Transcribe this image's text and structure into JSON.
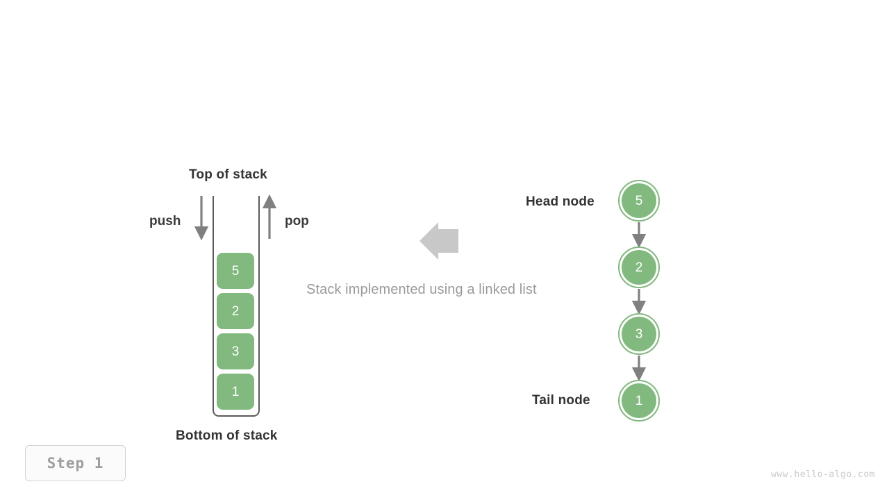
{
  "diagram": {
    "caption": "Stack implemented using a linked list",
    "watermark": "www.hello-algo.com",
    "step_badge": "Step  1",
    "colors": {
      "node_green": "#82b97f",
      "outline_gray": "#5d5a58",
      "arrow_gray": "#808080",
      "big_arrow_gray": "#c8c8c8",
      "text_dark": "#333333",
      "caption_gray": "#9a9a9a",
      "watermark_gray": "#c9c9c9",
      "badge_text_gray": "#9e9e9e"
    }
  },
  "stack": {
    "top_label": "Top of stack",
    "bottom_label": "Bottom of stack",
    "push_label": "push",
    "pop_label": "pop",
    "items": [
      {
        "value": "5"
      },
      {
        "value": "2"
      },
      {
        "value": "3"
      },
      {
        "value": "1"
      }
    ]
  },
  "linked_list": {
    "head_label": "Head node",
    "tail_label": "Tail node",
    "nodes": [
      {
        "value": "5"
      },
      {
        "value": "2"
      },
      {
        "value": "3"
      },
      {
        "value": "1"
      }
    ]
  },
  "icons": {
    "transform_arrow": "left-block-arrow-icon",
    "push_arrow": "down-arrow-icon",
    "pop_arrow": "up-arrow-icon",
    "link_arrow": "down-arrow-icon"
  }
}
